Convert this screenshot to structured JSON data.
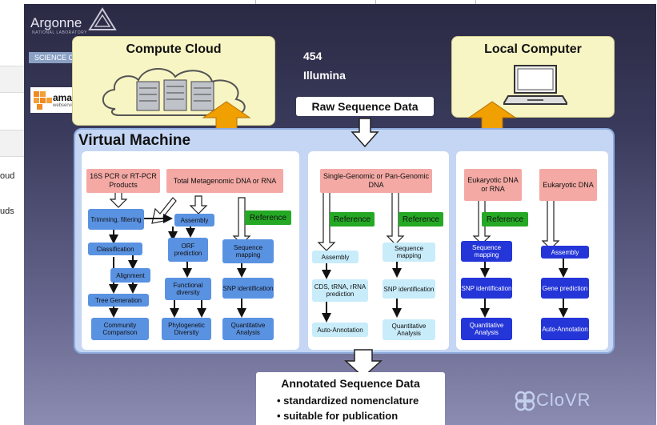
{
  "browser": {
    "left_fragments": [
      "oud",
      "uds"
    ]
  },
  "branding": {
    "argonne_name": "Argonne",
    "argonne_sub": "NATIONAL LABORATORY",
    "science_clouds": "SCIENCE CLOUDS",
    "amazon": "amazon",
    "amazon_sub": "webservices",
    "clovr": "CloVR"
  },
  "top": {
    "compute_cloud": "Compute Cloud",
    "local_computer": "Local Computer",
    "platform_454": "454",
    "platform_illumina": "Illumina",
    "raw_data": "Raw Sequence Data"
  },
  "vm": {
    "title": "Virtual Machine",
    "panel1": {
      "src_16s": "16S PCR or RT-PCR Products",
      "src_meta": "Total Metagenomic DNA or RNA",
      "reference": "Reference",
      "trimming": "Trimming, filtering",
      "classification": "Classification",
      "alignment": "Alignment",
      "tree": "Tree Generation",
      "community": "Community Comparison",
      "assembly": "Assembly",
      "orf": "ORF prediction",
      "functional": "Functional diversity",
      "phylo": "Phylogenetic Diversity",
      "seq_map": "Sequence mapping",
      "snp": "SNP identification",
      "quant": "Quantitative Analysis"
    },
    "panel2": {
      "src": "Single-Genomic or Pan-Genomic DNA",
      "ref_a": "Reference",
      "ref_b": "Reference",
      "assembly": "Assembly",
      "cds": "CDS, tRNA, rRNA prediction",
      "auto": "Auto-Annotation",
      "seq_map": "Sequence mapping",
      "snp": "SNP identification",
      "quant": "Quantitative Analysis"
    },
    "panel3": {
      "src_a": "Eukaryotic DNA or RNA",
      "src_b": "Eukaryotic DNA",
      "reference": "Reference",
      "seq_map": "Sequence mapping",
      "snp": "SNP identification",
      "quant": "Quantitative Analysis",
      "assembly": "Assembly",
      "gene": "Gene prediction",
      "auto": "Auto-Annotation"
    }
  },
  "output": {
    "title": "Annotated Sequence Data",
    "bullet_1": "• standardized nomenclature",
    "bullet_2": "• suitable for publication"
  },
  "colors": {
    "source_pink": "#f4a9a4",
    "reference_green": "#25a925",
    "step_blue": "#5a92e2",
    "step_light_blue": "#c8ecfa",
    "step_dark_blue": "#2436d8",
    "double_arrow_orange": "#f0a000",
    "cloud_yellow": "#f8f5c4"
  }
}
